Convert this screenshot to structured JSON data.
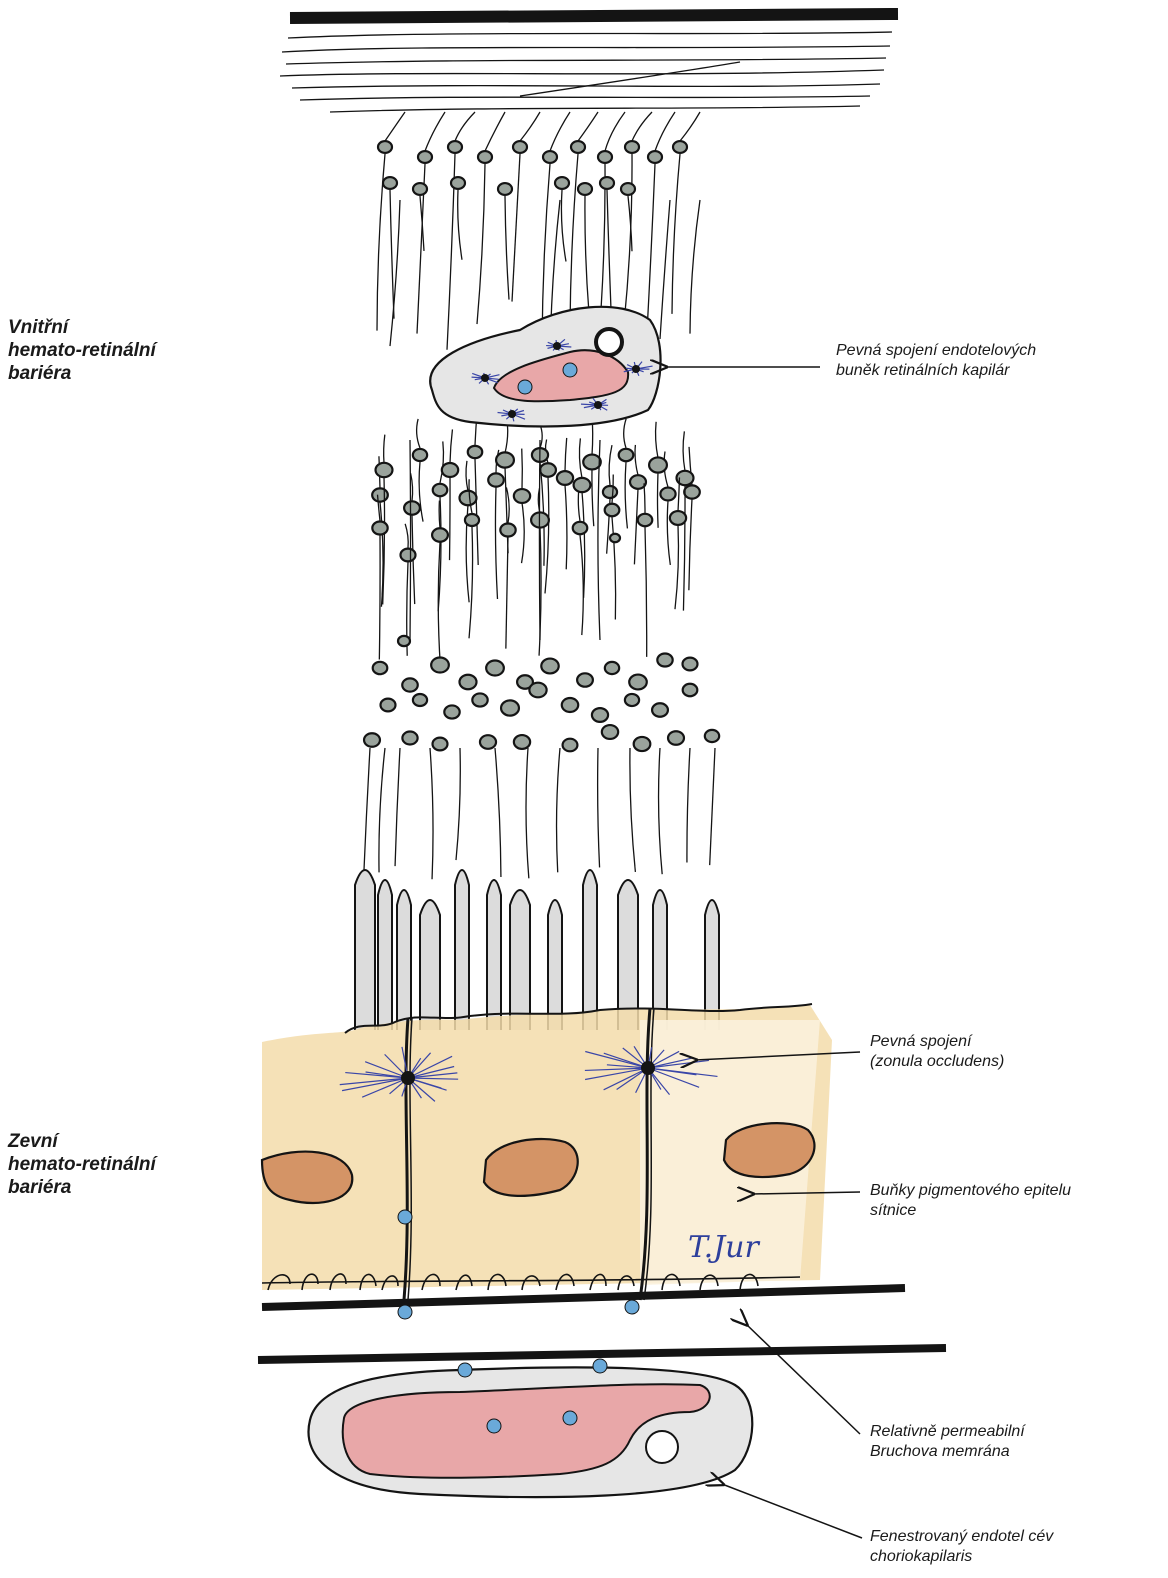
{
  "labels": {
    "inner_barrier": {
      "line1": "Vnitřní",
      "line2": "hemato-retinální",
      "line3": "bariéra"
    },
    "outer_barrier": {
      "line1": "Zevní",
      "line2": "hemato-retinální",
      "line3": "bariéra"
    }
  },
  "annotations": {
    "endothelial_junctions": {
      "line1": "Pevná spojení endotelových",
      "line2": "buněk retinálních kapilár"
    },
    "zonula": {
      "line1": "Pevná spojení",
      "line2": "(zonula occludens)"
    },
    "rpe_cells": {
      "line1": "Buňky pigmentového epitelu",
      "line2": "sítnice"
    },
    "bruch": {
      "line1": "Relativně permeabilní",
      "line2": "Bruchova memrána"
    },
    "fenestrated": {
      "line1": "Fenestrovaný endotel cév",
      "line2": "choriokapilaris"
    }
  },
  "signature": "T.Jur",
  "colors": {
    "ink": "#141414",
    "nucleus_grey": "#9aa39c",
    "capillary_fill": "#e6e6e6",
    "lumen_red": "#e8a7a8",
    "rbc_blue": "#6aa9d9",
    "rpe_yellow": "#f3dcaa",
    "rpe_nucleus": "#d49466",
    "junction_blue": "#3a46a8",
    "signature_blue": "#2d3f9c"
  }
}
